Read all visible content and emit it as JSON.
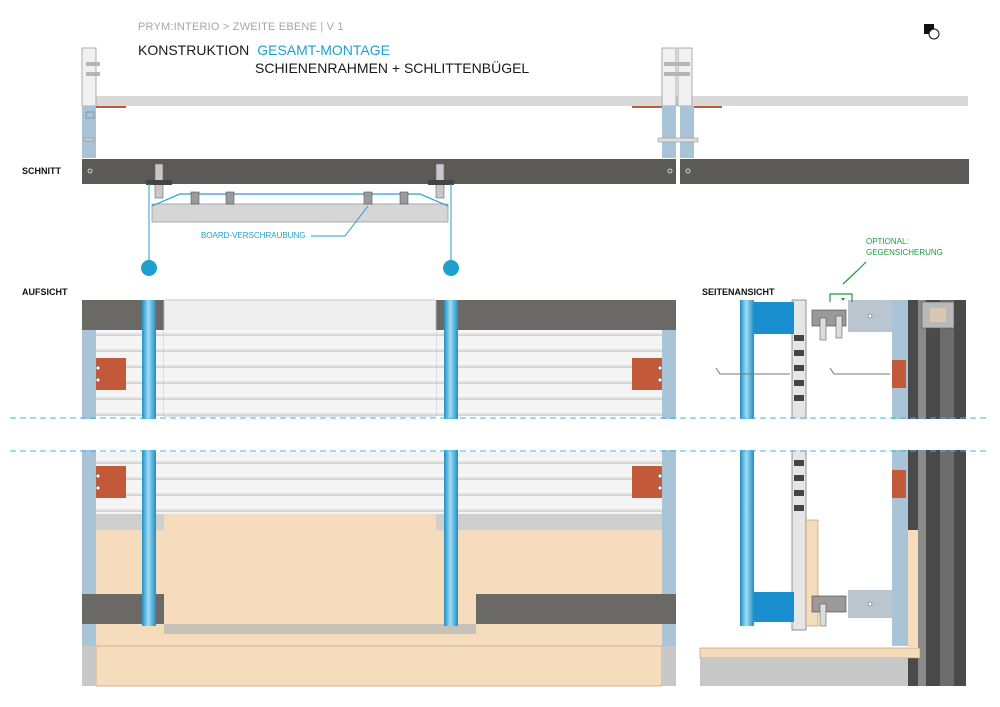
{
  "header": {
    "breadcrumb": "PRYM:INTERIO > ZWEITE EBENE | V 1",
    "title": "KONSTRUKTION",
    "title_accent": "GESAMT-MONTAGE",
    "subtitle": "SCHIENENRAHMEN + SCHLITTENBÜGEL"
  },
  "sections": {
    "schnitt": "SCHNITT",
    "aufsicht": "AUFSICHT",
    "seitenansicht": "SEITENANSICHT"
  },
  "annotations": {
    "board_screws": "BOARD-VERSCHRAUBUNG",
    "optional_line1": "OPTIONAL:",
    "optional_line2": "GEGENSICHERUNG"
  },
  "icons": {
    "logo": "corner-logo-icon"
  },
  "colors": {
    "accent_blue": "#1da0d0",
    "accent_green": "#1a9a3c",
    "rail_dark": "#5b5a57",
    "frame_blue": "#a9c4d6",
    "wood": "#f5dcbc",
    "bracket": "#c25a3a",
    "cut_line": "#3fb4e0"
  }
}
